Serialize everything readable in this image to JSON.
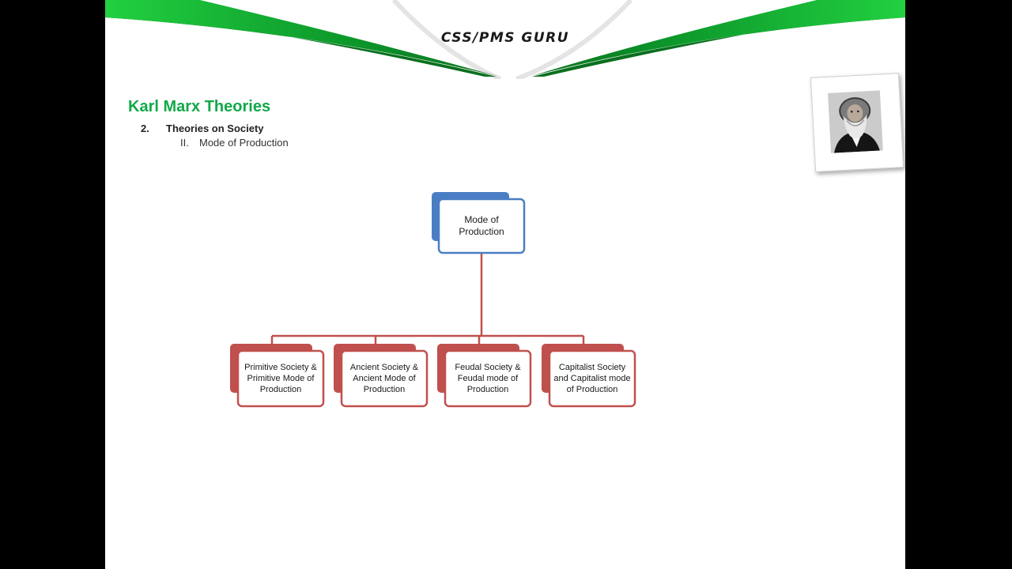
{
  "brand": "CSS/PMS GURU",
  "slide": {
    "title": "Karl Marx Theories",
    "outline": [
      {
        "number": "2.",
        "text": "Theories on Society"
      },
      {
        "number": "II.",
        "text": "Mode of Production"
      }
    ]
  },
  "diagram": {
    "root": {
      "label": "Mode of Production"
    },
    "children": [
      {
        "label": "Primitive Society & Primitive Mode of Production"
      },
      {
        "label": "Ancient Society & Ancient Mode of Production"
      },
      {
        "label": "Feudal Society & Feudal mode of Production"
      },
      {
        "label": "Capitalist Society and Capitalist mode of Production"
      }
    ]
  },
  "colors": {
    "header_green": "#1cc33c",
    "title_green": "#12a84a",
    "root_blue": "#4a7ec4",
    "child_red": "#c0504d"
  }
}
